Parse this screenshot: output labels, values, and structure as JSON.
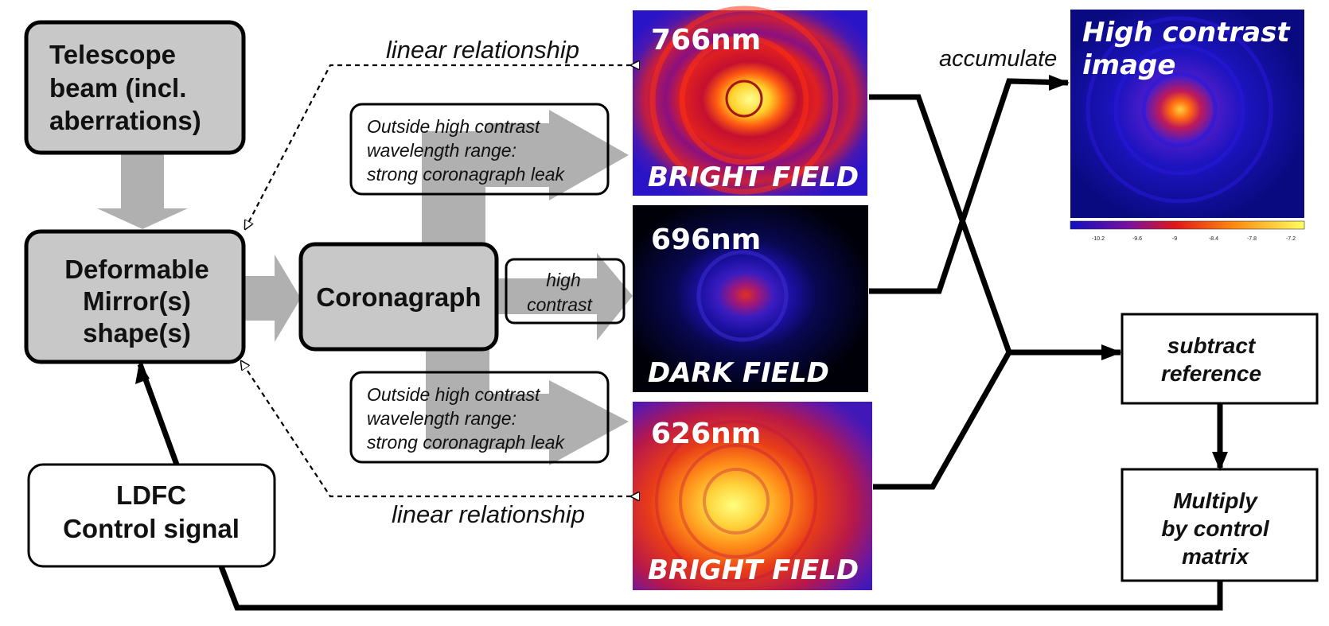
{
  "boxes": {
    "telescope": [
      "Telescope",
      "beam (incl.",
      "aberrations)"
    ],
    "dm": [
      "Deformable",
      "Mirror(s)",
      "shape(s)"
    ],
    "coronagraph": "Coronagraph",
    "ldfc": [
      "LDFC",
      "Control signal"
    ],
    "subtract": [
      "subtract",
      "reference"
    ],
    "multiply": [
      "Multiply",
      "by control",
      "matrix"
    ]
  },
  "callouts": {
    "leak_top": [
      "Outside high contrast",
      "wavelength range:",
      "strong coronagraph leak"
    ],
    "high_contrast": [
      "high",
      "contrast"
    ],
    "leak_bottom": [
      "Outside high contrast",
      "wavelength range:",
      "strong coronagraph leak"
    ]
  },
  "labels": {
    "linear_top": "linear relationship",
    "linear_bottom": "linear relationship",
    "accumulate": "accumulate"
  },
  "images": {
    "img766": {
      "wavelength": "766nm",
      "field": "BRIGHT FIELD"
    },
    "img696": {
      "wavelength": "696nm",
      "field": "DARK FIELD"
    },
    "img626": {
      "wavelength": "626nm",
      "field": "BRIGHT FIELD"
    },
    "high_contrast": {
      "title": [
        "High contrast",
        "image"
      ]
    }
  },
  "colorbar": {
    "ticks": [
      "-10.2",
      "-9.6",
      "-9",
      "-8.4",
      "-7.8",
      "-7.2"
    ]
  },
  "colors": {
    "box_gray": "#c8c8c8",
    "flow_arrow": "#b0b0b0",
    "dark_bg": "#000008",
    "blue_bg": "#0a0fb0",
    "bright_bg": "#3a1aa8"
  }
}
